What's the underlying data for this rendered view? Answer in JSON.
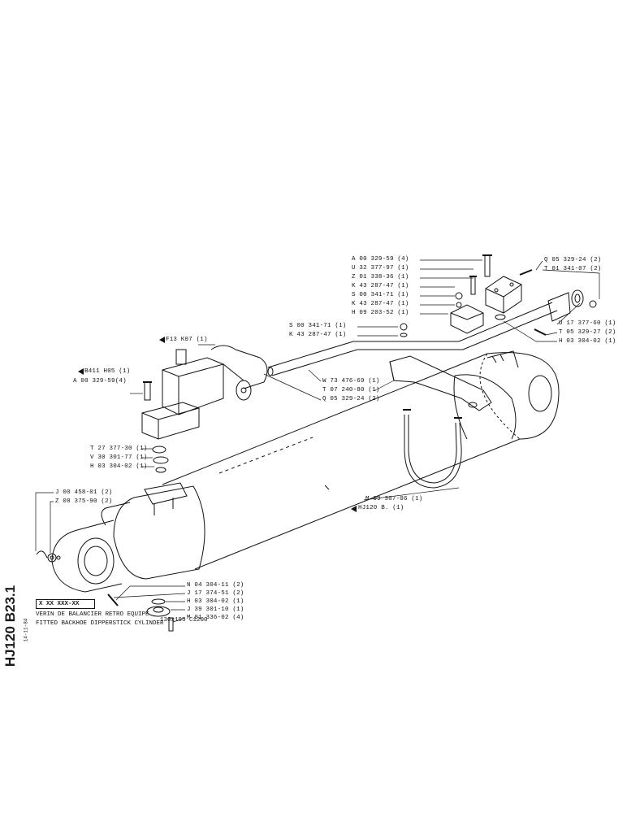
{
  "drawing": {
    "side_reference": "HJ120 B23.1",
    "side_date": "14-11-84",
    "title_code": "X XX XXX-XX",
    "title_fr": "VERIN DE BALANCIER RETRO EQUIPE",
    "title_en": "FITTED BACKHOE DIPPERSTICK CYLINDER",
    "dimensions": "130x195 C1200"
  },
  "callouts": {
    "a00_329_59_4_top": "A 00 329-59 (4)",
    "u32_377_97": "U 32 377-97 (1)",
    "z01_338_36": "Z 01 338-36 (1)",
    "k43_287_47_a": "K 43 287-47 (1)",
    "s00_341_71_a": "S 00 341-71 (1)",
    "k43_287_47_b": "K 43 287-47 (1)",
    "h09_203_52": "H 09 203-52 (1)",
    "q05_329_24_top": "Q 05 329-24 (2)",
    "t01_341_07": "T 01 341-07 (2)",
    "s00_341_71_b": "S 00 341-71 (1)",
    "k43_287_47_c": "K 43 287-47 (1)",
    "f13_k07": "F13 K07 (1)",
    "b411_h05": "B411 H05 (1)",
    "a00_329_59_4_left": "A 00 329-59(4)",
    "w73_476_69": "W 73 476-69 (1)",
    "t07_240_80": "T 07 240-80 (1)",
    "q05_329_24_mid": "Q 05 329-24 (2)",
    "u17_377_60": "U 17 377-60 (1)",
    "t05_329_27": "T 05 329-27 (2)",
    "h03_304_02_right": "H 03 304-02 (1)",
    "t27_377_30": "T 27 377-30 (1)",
    "v30_301_77": "V 30 301-77 (1)",
    "h03_304_02_left": "H 03 304-02 (1)",
    "j00_458_01": "J 00 458-01 (2)",
    "z08_375_90": "Z 08 375-90 (2)",
    "m09_307_06": "M 09 307-06 (1)",
    "hj120_b": "HJ120 B.  (1)",
    "n04_304_11": "N 04 304-11 (2)",
    "j17_374_51": "J 17 374-51 (2)",
    "h03_304_02_bottom": "H 03 304-02 (1)",
    "j39_301_10": "J 39 301-10 (1)",
    "m01_336_02": "M 01 336-02 (4)"
  },
  "colors": {
    "ink": "#111111",
    "paper": "#ffffff"
  }
}
